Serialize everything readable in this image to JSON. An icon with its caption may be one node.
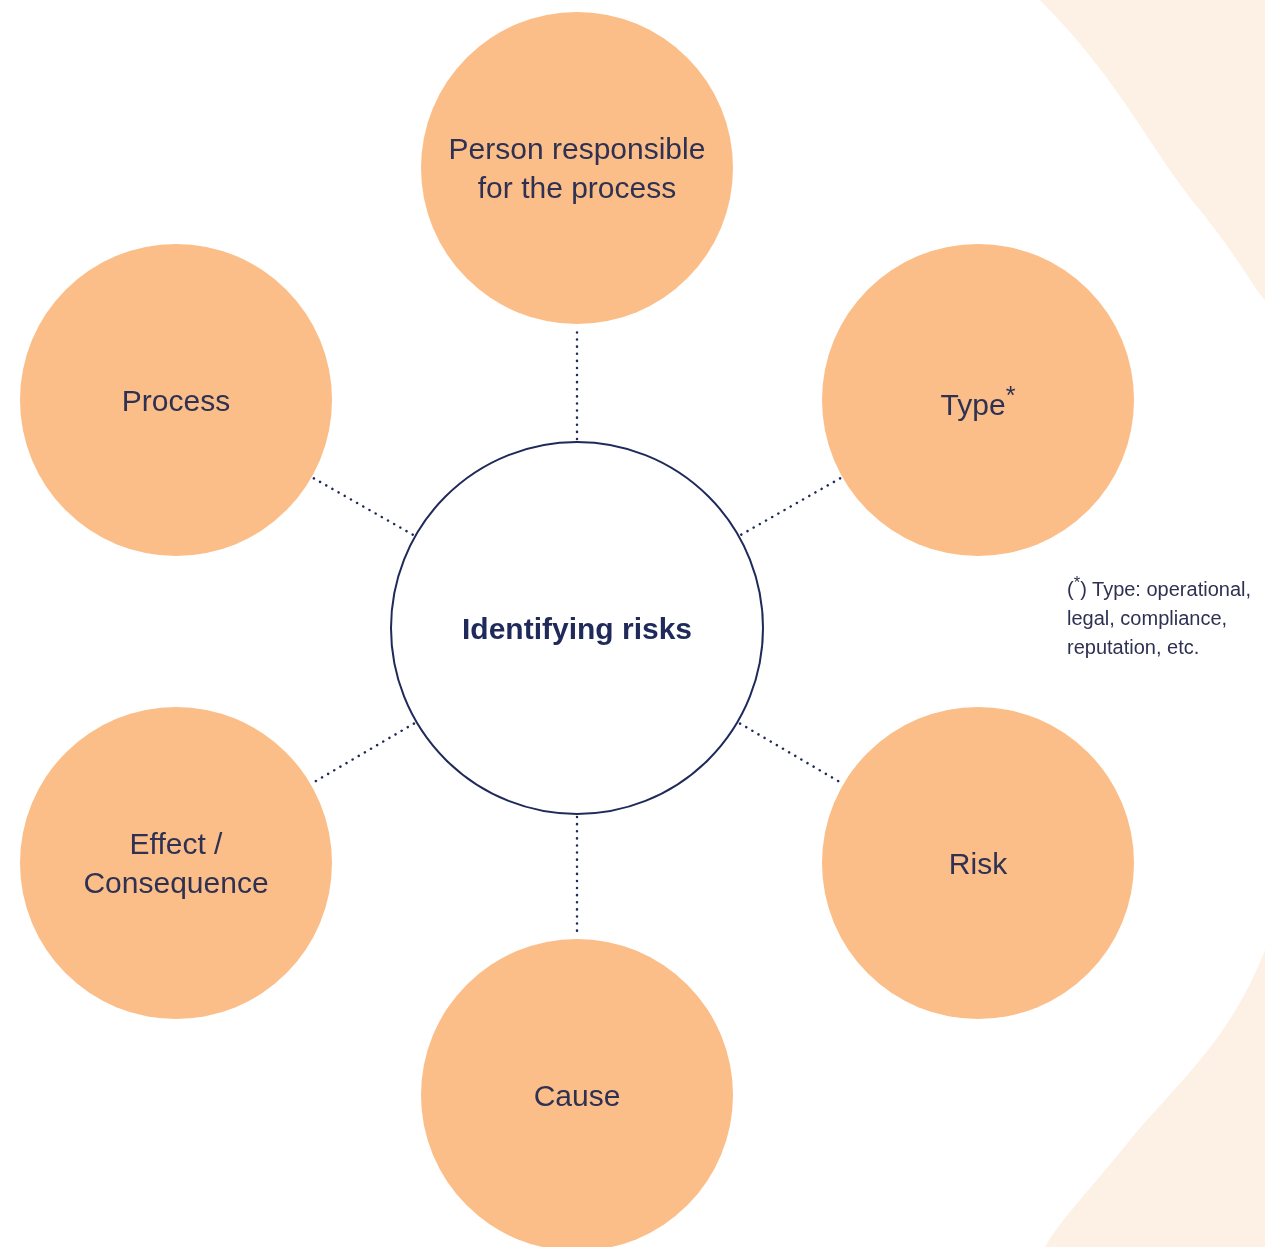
{
  "diagram": {
    "nodes": [
      {
        "text": [
          "Person responsible for the process"
        ]
      },
      {
        "text": [
          "Process"
        ]
      },
      {
        "text": [
          "Type$^{*}$"
        ]
      },
      {
        "text": [
          "Identifying risks"
        ]
      },
      {
        "text": [
          "Effect / Consequence"
        ]
      },
      {
        "text": [
          "Risk"
        ]
      },
      {
        "text": [
          "Cause"
        ]
      }
    ],
    "edges": [
      {
        "from": 3,
        "to": 0,
        "arrow": "none"
      },
      {
        "from": 3,
        "to": 1,
        "arrow": "none"
      },
      {
        "from": 3,
        "to": 2,
        "arrow": "none"
      },
      {
        "from": 3,
        "to": 4,
        "arrow": "none"
      },
      {
        "from": 3,
        "to": 5,
        "arrow": "none"
      },
      {
        "from": 3,
        "to": 6,
        "arrow": "none"
      }
    ],
    "labels": [
      "($^{*}$) Type: operational, legal, compliance, reputation, etc."
    ]
  }
}
